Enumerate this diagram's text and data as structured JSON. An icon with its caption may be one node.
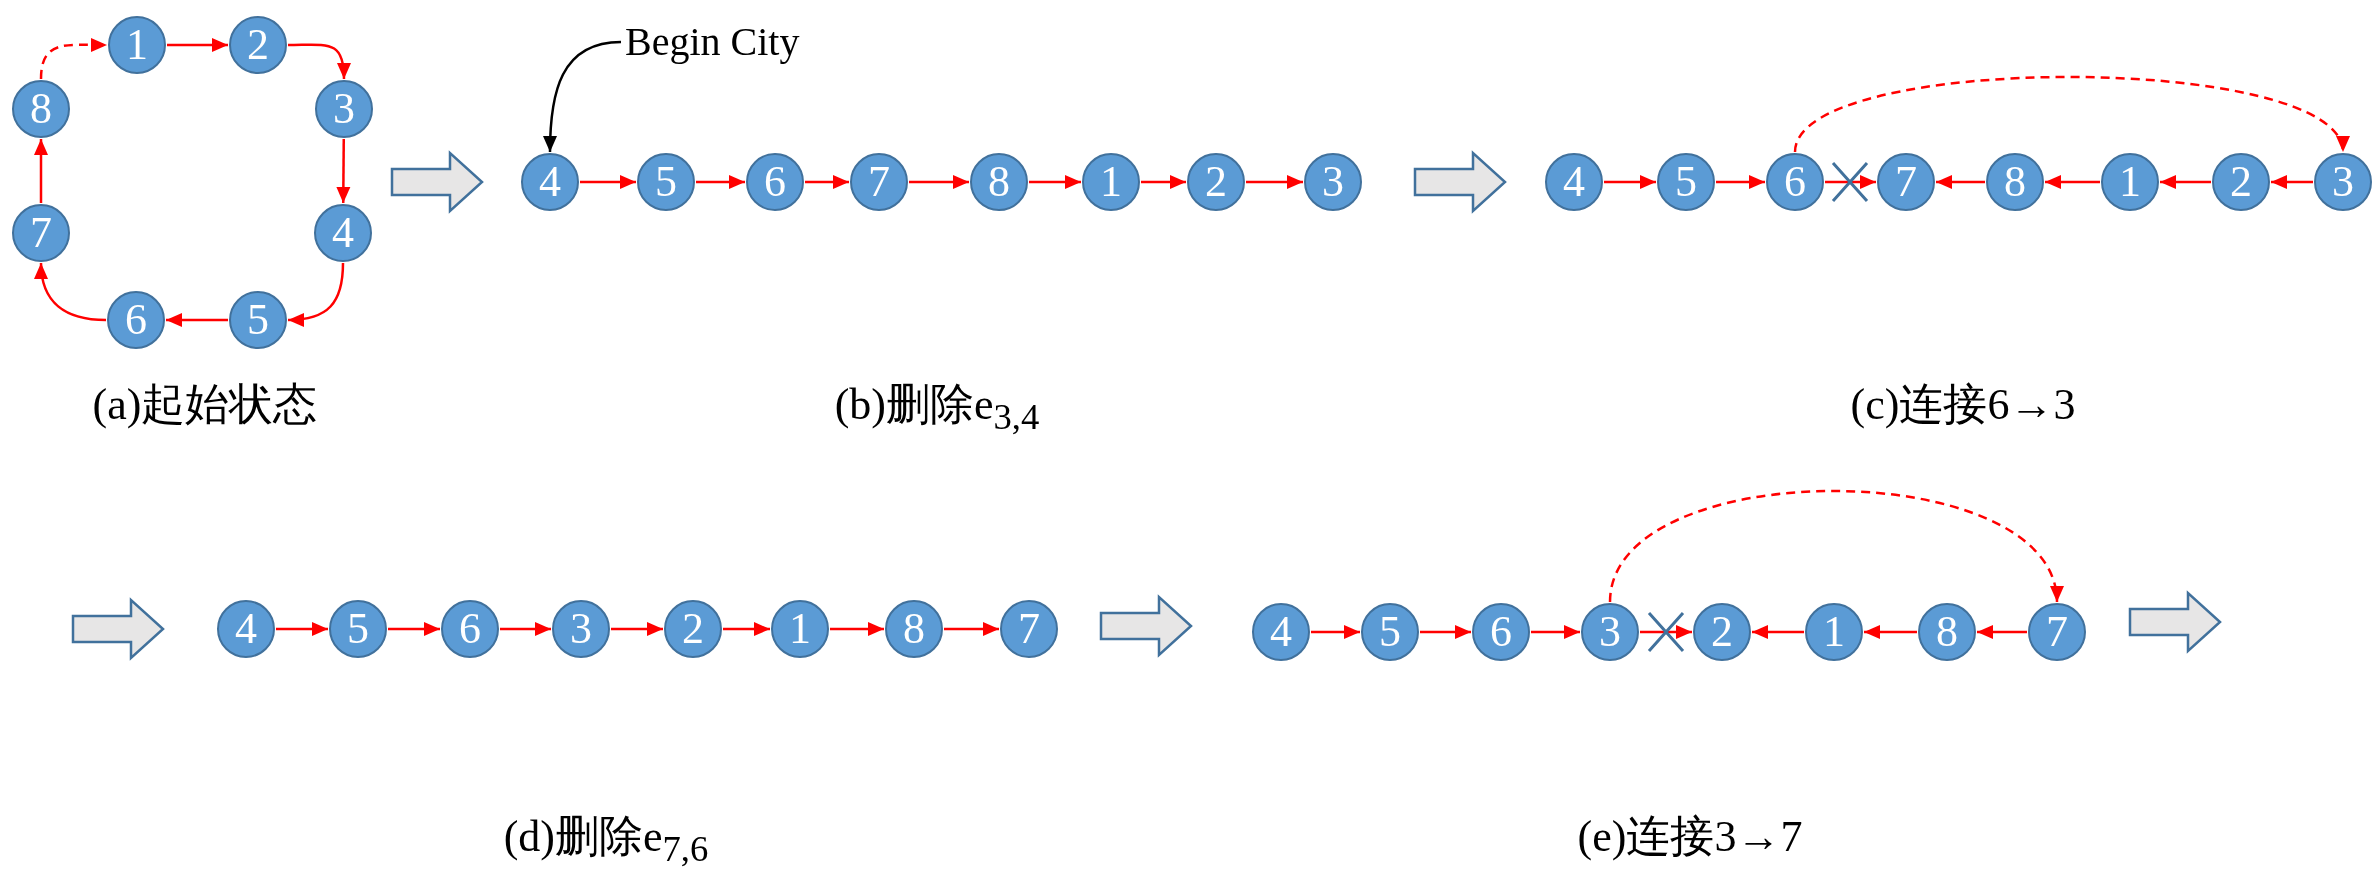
{
  "diagram": {
    "nodes": [
      {
        "text": [
          "(a)起始状态"
        ]
      },
      {
        "text": [
          "1"
        ],
        "in": 0
      },
      {
        "text": [
          "2"
        ],
        "in": 0
      },
      {
        "text": [
          "3"
        ],
        "in": 0
      },
      {
        "text": [
          "4"
        ],
        "in": 0
      },
      {
        "text": [
          "5"
        ],
        "in": 0
      },
      {
        "text": [
          "6"
        ],
        "in": 0
      },
      {
        "text": [
          "7"
        ],
        "in": 0
      },
      {
        "text": [
          "8"
        ],
        "in": 0
      },
      {
        "text": [
          "(b)删除e$_{3,4}$"
        ]
      },
      {
        "text": [
          "Begin City"
        ],
        "in": 9
      },
      {
        "text": [
          "4"
        ],
        "in": 9
      },
      {
        "text": [
          "5"
        ],
        "in": 9
      },
      {
        "text": [
          "6"
        ],
        "in": 9
      },
      {
        "text": [
          "7"
        ],
        "in": 9
      },
      {
        "text": [
          "8"
        ],
        "in": 9
      },
      {
        "text": [
          "1"
        ],
        "in": 9
      },
      {
        "text": [
          "2"
        ],
        "in": 9
      },
      {
        "text": [
          "3"
        ],
        "in": 9
      },
      {
        "text": [
          "(c)连接6→3"
        ]
      },
      {
        "text": [
          "4"
        ],
        "in": 19
      },
      {
        "text": [
          "5"
        ],
        "in": 19
      },
      {
        "text": [
          "6"
        ],
        "in": 19
      },
      {
        "text": [
          "7"
        ],
        "in": 19
      },
      {
        "text": [
          "8"
        ],
        "in": 19
      },
      {
        "text": [
          "1"
        ],
        "in": 19
      },
      {
        "text": [
          "2"
        ],
        "in": 19
      },
      {
        "text": [
          "3"
        ],
        "in": 19
      },
      {
        "text": [
          "(d)删除e$_{7,6}$"
        ]
      },
      {
        "text": [
          "4"
        ],
        "in": 28
      },
      {
        "text": [
          "5"
        ],
        "in": 28
      },
      {
        "text": [
          "6"
        ],
        "in": 28
      },
      {
        "text": [
          "3"
        ],
        "in": 28
      },
      {
        "text": [
          "2"
        ],
        "in": 28
      },
      {
        "text": [
          "1"
        ],
        "in": 28
      },
      {
        "text": [
          "8"
        ],
        "in": 28
      },
      {
        "text": [
          "7"
        ],
        "in": 28
      },
      {
        "text": [
          "(e)连接3→7"
        ]
      },
      {
        "text": [
          "4"
        ],
        "in": 37
      },
      {
        "text": [
          "5"
        ],
        "in": 37
      },
      {
        "text": [
          "6"
        ],
        "in": 37
      },
      {
        "text": [
          "3"
        ],
        "in": 37
      },
      {
        "text": [
          "2"
        ],
        "in": 37
      },
      {
        "text": [
          "1"
        ],
        "in": 37
      },
      {
        "text": [
          "8"
        ],
        "in": 37
      },
      {
        "text": [
          "7"
        ],
        "in": 37
      }
    ],
    "edges": [
      {
        "from": 1,
        "to": 2,
        "arrow": "to"
      },
      {
        "from": 2,
        "to": 3,
        "arrow": "to"
      },
      {
        "from": 3,
        "to": 4,
        "arrow": "to"
      },
      {
        "from": 4,
        "to": 5,
        "arrow": "to"
      },
      {
        "from": 5,
        "to": 6,
        "arrow": "to"
      },
      {
        "from": 6,
        "to": 7,
        "arrow": "to"
      },
      {
        "from": 7,
        "to": 8,
        "arrow": "to"
      },
      {
        "from": 8,
        "to": 1,
        "arrow": "to",
        "style": "dashed"
      },
      {
        "from": 10,
        "to": 11,
        "arrow": "to",
        "color": "#000000"
      },
      {
        "from": 11,
        "to": 12,
        "arrow": "to"
      },
      {
        "from": 12,
        "to": 13,
        "arrow": "to"
      },
      {
        "from": 13,
        "to": 14,
        "arrow": "to"
      },
      {
        "from": 14,
        "to": 15,
        "arrow": "to"
      },
      {
        "from": 15,
        "to": 16,
        "arrow": "to"
      },
      {
        "from": 16,
        "to": 17,
        "arrow": "to"
      },
      {
        "from": 17,
        "to": 18,
        "arrow": "to"
      },
      {
        "from": 20,
        "to": 21,
        "arrow": "to"
      },
      {
        "from": 21,
        "to": 22,
        "arrow": "to"
      },
      {
        "from": 22,
        "to": 23,
        "arrow": "to"
      },
      {
        "from": 24,
        "to": 23,
        "arrow": "to"
      },
      {
        "from": 25,
        "to": 24,
        "arrow": "to"
      },
      {
        "from": 26,
        "to": 25,
        "arrow": "to"
      },
      {
        "from": 27,
        "to": 26,
        "arrow": "to"
      },
      {
        "from": 22,
        "to": 27,
        "arrow": "to",
        "style": "dashed"
      },
      {
        "from": 29,
        "to": 30,
        "arrow": "to"
      },
      {
        "from": 30,
        "to": 31,
        "arrow": "to"
      },
      {
        "from": 31,
        "to": 32,
        "arrow": "to"
      },
      {
        "from": 32,
        "to": 33,
        "arrow": "to"
      },
      {
        "from": 33,
        "to": 34,
        "arrow": "to"
      },
      {
        "from": 34,
        "to": 35,
        "arrow": "to"
      },
      {
        "from": 35,
        "to": 36,
        "arrow": "to"
      },
      {
        "from": 38,
        "to": 39,
        "arrow": "to"
      },
      {
        "from": 39,
        "to": 40,
        "arrow": "to"
      },
      {
        "from": 40,
        "to": 41,
        "arrow": "to"
      },
      {
        "from": 41,
        "to": 42,
        "arrow": "to"
      },
      {
        "from": 43,
        "to": 42,
        "arrow": "to"
      },
      {
        "from": 44,
        "to": 43,
        "arrow": "to"
      },
      {
        "from": 45,
        "to": 44,
        "arrow": "to"
      },
      {
        "from": 41,
        "to": 45,
        "arrow": "to",
        "style": "dashed"
      },
      {
        "from": 0,
        "to": 9,
        "arrow": "to",
        "style": "thick",
        "color": "#41719c"
      },
      {
        "from": 9,
        "to": 19,
        "arrow": "to",
        "style": "thick",
        "color": "#41719c"
      },
      {
        "from": null,
        "to": 28,
        "arrow": "to",
        "style": "thick",
        "color": "#41719c"
      },
      {
        "from": 28,
        "to": 37,
        "arrow": "to",
        "style": "thick",
        "color": "#41719c"
      },
      {
        "from": 37,
        "to": null,
        "arrow": "to",
        "style": "thick",
        "color": "#41719c"
      }
    ]
  }
}
